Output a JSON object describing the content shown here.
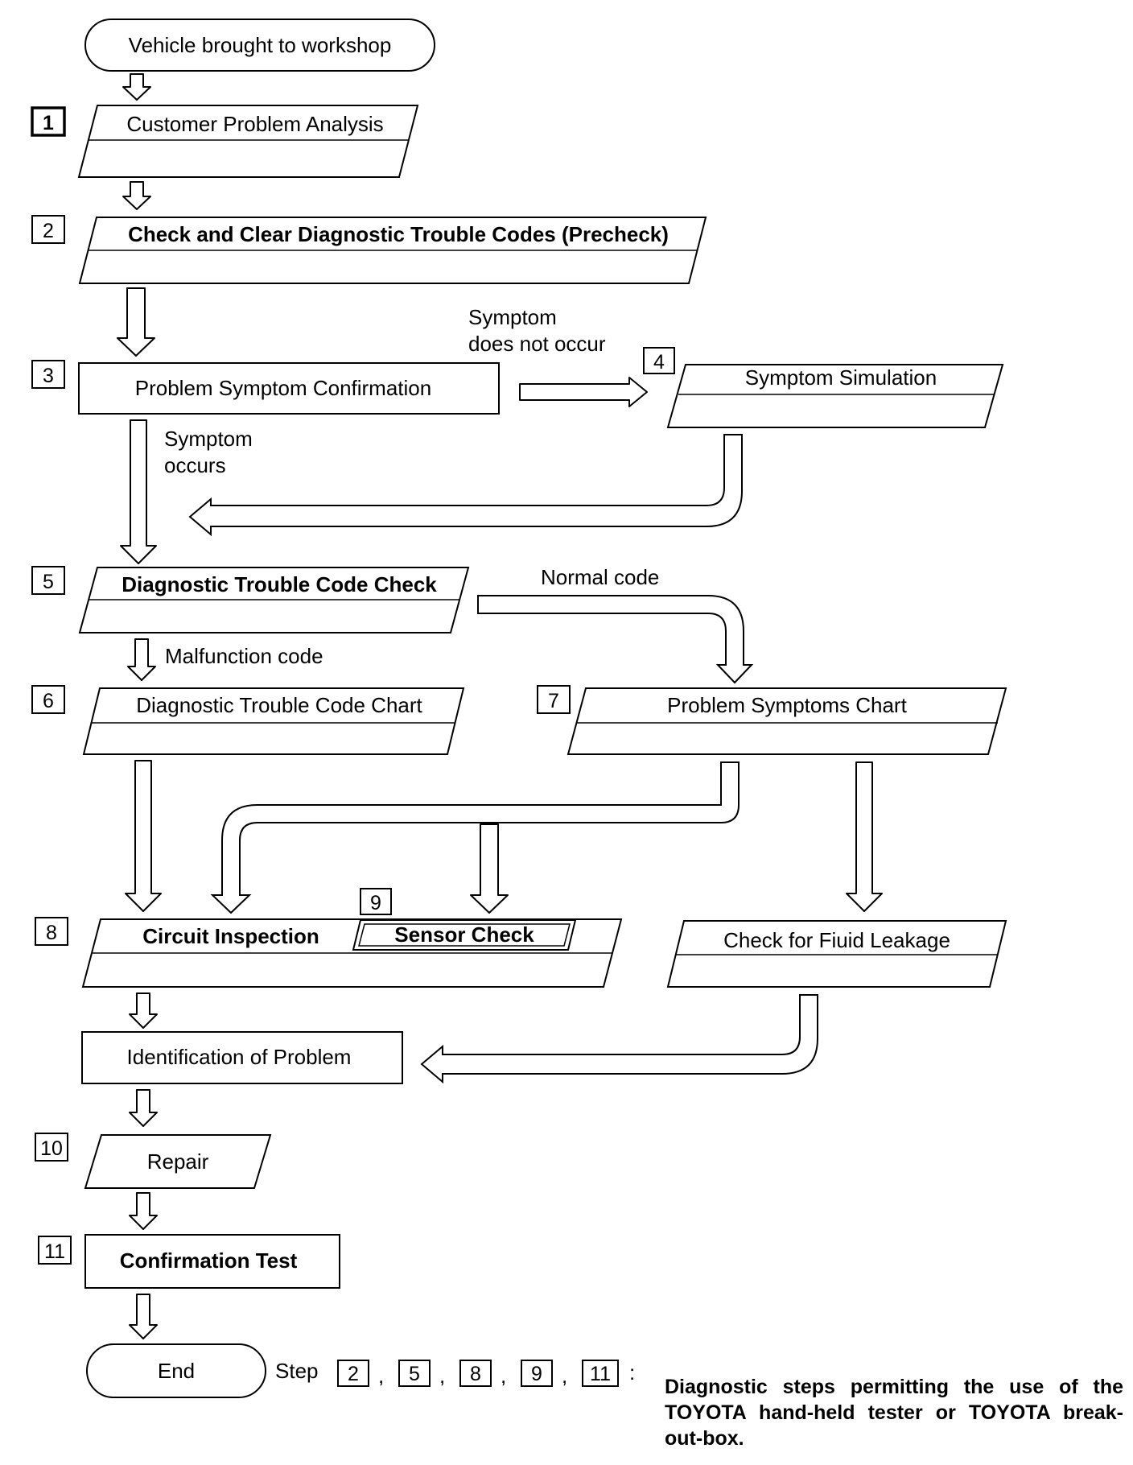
{
  "nodes": {
    "start": "Vehicle brought to workshop",
    "customer_analysis": "Customer Problem Analysis",
    "check_clear_codes": "Check and Clear Diagnostic Trouble Codes (Precheck)",
    "symptom_confirmation": "Problem Symptom Confirmation",
    "symptom_simulation": "Symptom Simulation",
    "dtc_check": "Diagnostic Trouble Code Check",
    "dtc_chart": "Diagnostic Trouble Code Chart",
    "symptoms_chart": "Problem Symptoms Chart",
    "circuit_inspection": "Circuit Inspection",
    "sensor_check": "Sensor Check",
    "fluid_leakage": "Check for Fiuid Leakage",
    "identification": "Identification of Problem",
    "repair": "Repair",
    "confirmation_test": "Confirmation Test",
    "end": "End"
  },
  "steps": {
    "s1": "1",
    "s2": "2",
    "s3": "3",
    "s4": "4",
    "s5": "5",
    "s6": "6",
    "s7": "7",
    "s8": "8",
    "s9": "9",
    "s10": "10",
    "s11": "11"
  },
  "edge_labels": {
    "not_occur_1": "Symptom",
    "not_occur_2": "does not occur",
    "occurs_1": "Symptom",
    "occurs_2": "occurs",
    "normal_code": "Normal code",
    "malfunction_code": "Malfunction code"
  },
  "legend": {
    "prefix": "Step",
    "steps": [
      "2",
      "5",
      "8",
      "9",
      "11"
    ],
    "sep": ",",
    "colon": ":",
    "note": "Diagnostic steps permitting the use of the TOYOTA hand-held tester or TOYOTA break-out-box."
  }
}
